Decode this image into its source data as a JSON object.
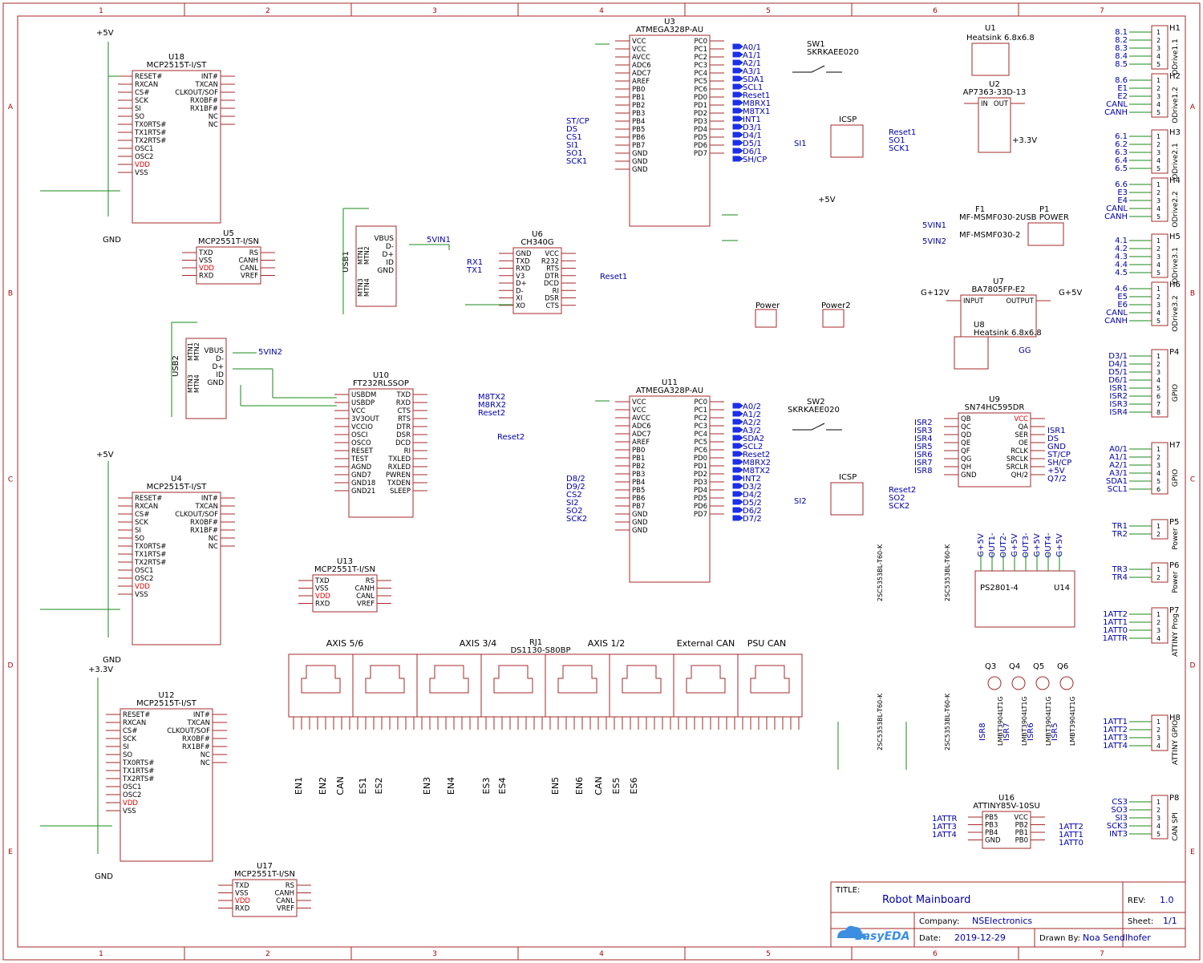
{
  "frame": {
    "cols": [
      "1",
      "2",
      "3",
      "4",
      "5",
      "6",
      "7"
    ],
    "rows": [
      "A",
      "B",
      "C",
      "D",
      "E"
    ]
  },
  "title_block": {
    "title_label": "TITLE:",
    "title": "Robot Mainboard",
    "rev_label": "REV:",
    "rev": "1.0",
    "company_label": "Company:",
    "company": "NSElectronics",
    "sheet_label": "Sheet:",
    "sheet": "1/1",
    "date_label": "Date:",
    "date": "2019-12-29",
    "drawn_label": "Drawn By:",
    "drawn_by": "Noa Sendlhofer",
    "logo": "EasyEDA"
  },
  "chips": [
    {
      "ref": "U18",
      "part": "MCP2515T-I/ST",
      "left": [
        "RESET#",
        "RXCAN",
        "CS#",
        "SCK",
        "SI",
        "SO",
        "TX0RTS#",
        "TX1RTS#",
        "TX2RTS#",
        "OSC1",
        "OSC2",
        "VDD",
        "VSS"
      ],
      "right": [
        "INT#",
        "TXCAN",
        "CLKOUT/SOF",
        "RX0BF#",
        "RX1BF#",
        "NC",
        "NC"
      ]
    },
    {
      "ref": "U4",
      "part": "MCP2515T-I/ST",
      "left": [
        "RESET#",
        "RXCAN",
        "CS#",
        "SCK",
        "SI",
        "SO",
        "TX0RTS#",
        "TX1RTS#",
        "TX2RTS#",
        "OSC1",
        "OSC2",
        "VDD",
        "VSS"
      ],
      "right": [
        "INT#",
        "TXCAN",
        "CLKOUT/SOF",
        "RX0BF#",
        "RX1BF#",
        "NC",
        "NC"
      ]
    },
    {
      "ref": "U12",
      "part": "MCP2515T-I/ST",
      "left": [
        "RESET#",
        "RXCAN",
        "CS#",
        "SCK",
        "SI",
        "SO",
        "TX0RTS#",
        "TX1RTS#",
        "TX2RTS#",
        "OSC1",
        "OSC2",
        "VDD",
        "VSS"
      ],
      "right": [
        "INT#",
        "TXCAN",
        "CLKOUT/SOF",
        "RX0BF#",
        "RX1BF#",
        "NC",
        "NC"
      ]
    },
    {
      "ref": "U5",
      "part": "MCP2551T-I/SN",
      "left": [
        "TXD",
        "VSS",
        "VDD",
        "RXD"
      ],
      "right": [
        "RS",
        "CANH",
        "CANL",
        "VREF"
      ]
    },
    {
      "ref": "U13",
      "part": "MCP2551T-I/SN",
      "left": [
        "TXD",
        "VSS",
        "VDD",
        "RXD"
      ],
      "right": [
        "RS",
        "CANH",
        "CANL",
        "VREF"
      ]
    },
    {
      "ref": "U17",
      "part": "MCP2551T-I/SN",
      "left": [
        "TXD",
        "VSS",
        "VDD",
        "RXD"
      ],
      "right": [
        "RS",
        "CANH",
        "CANL",
        "VREF"
      ]
    },
    {
      "ref": "U3",
      "part": "ATMEGA328P-AU",
      "left": [
        "VCC",
        "VCC",
        "AVCC",
        "ADC6",
        "ADC7",
        "AREF",
        "PB0",
        "PB1",
        "PB2",
        "PB3",
        "PB4",
        "PB5",
        "PB6",
        "PB7",
        "GND",
        "GND",
        "GND"
      ],
      "right": [
        "PC0",
        "PC1",
        "PC2",
        "PC3",
        "PC4",
        "PC5",
        "PC6",
        "PD0",
        "PD1",
        "PD2",
        "PD3",
        "PD4",
        "PD5",
        "PD6",
        "PD7"
      ]
    },
    {
      "ref": "U11",
      "part": "ATMEGA328P-AU",
      "left": [
        "VCC",
        "VCC",
        "AVCC",
        "ADC6",
        "ADC7",
        "AREF",
        "PB0",
        "PB1",
        "PB2",
        "PB3",
        "PB4",
        "PB5",
        "PB6",
        "PB7",
        "GND",
        "GND",
        "GND"
      ],
      "right": [
        "PC0",
        "PC1",
        "PC2",
        "PC3",
        "PC4",
        "PC5",
        "PC6",
        "PD0",
        "PD1",
        "PD2",
        "PD3",
        "PD4",
        "PD5",
        "PD6",
        "PD7"
      ]
    },
    {
      "ref": "U6",
      "part": "CH340G",
      "left": [
        "GND",
        "TXD",
        "RXD",
        "V3",
        "D+",
        "D-",
        "XI",
        "XO"
      ],
      "right": [
        "VCC",
        "R232",
        "RTS",
        "DTR",
        "DCD",
        "RI",
        "DSR",
        "CTS"
      ]
    },
    {
      "ref": "U10",
      "part": "FT232RLSSOP",
      "left": [
        "USBDM",
        "USBDP",
        "VCC",
        "3V3OUT",
        "VCCIO",
        "OSCI",
        "OSCO",
        "RESET",
        "TEST",
        "AGND",
        "GND7",
        "GND18",
        "GND21"
      ],
      "right": [
        "TXD",
        "RXD",
        "CTS",
        "RTS",
        "DTR",
        "DSR",
        "DCD",
        "RI",
        "TXLED",
        "RXLED",
        "PWREN",
        "TXDEN",
        "SLEEP"
      ]
    },
    {
      "ref": "U9",
      "part": "SN74HC595DR",
      "left": [
        "QB",
        "QC",
        "QD",
        "QE",
        "QF",
        "QG",
        "QH",
        "GND"
      ],
      "right": [
        "VCC",
        "QA",
        "SER",
        "OE",
        "RCLK",
        "SRCLK",
        "SRCLR",
        "QH/2"
      ]
    },
    {
      "ref": "U16",
      "part": "ATTINY85V-10SU",
      "left": [
        "PB5",
        "PB3",
        "PB4",
        "GND"
      ],
      "right": [
        "VCC",
        "PB2",
        "PB1",
        "PB0"
      ]
    },
    {
      "ref": "U2",
      "part": "AP7363-33D-13",
      "left": [
        "IN"
      ],
      "right": [
        "OUT"
      ]
    },
    {
      "ref": "U7",
      "part": "BA7805FP-E2",
      "left": [
        "INPUT"
      ],
      "right": [
        "OUTPUT"
      ]
    }
  ],
  "u3_nets_right": [
    "A0/1",
    "A1/1",
    "A2/1",
    "A3/1",
    "SDA1",
    "SCL1",
    "Reset1",
    "M8RX1",
    "M8TX1",
    "INT1",
    "D3/1",
    "D4/1",
    "D5/1",
    "D6/1",
    "SH/CP"
  ],
  "u11_nets_right": [
    "A0/2",
    "A1/2",
    "A2/2",
    "A3/2",
    "SDA2",
    "SCL2",
    "Reset2",
    "M8RX2",
    "M8TX2",
    "INT2",
    "D3/2",
    "D4/2",
    "D5/2",
    "D6/2",
    "D7/2"
  ],
  "u3_nets_left": [
    "ST/CP",
    "DS",
    "CS1",
    "SI1",
    "SO1",
    "SCK1"
  ],
  "u11_nets_left": [
    "D8/2",
    "D9/2",
    "CS2",
    "SI2",
    "SO2",
    "SCK2"
  ],
  "u10_nets": [
    "M8TX2",
    "M8RX2",
    "Reset2"
  ],
  "u6_nets": [
    "5VIN1",
    "RX1",
    "TX1",
    "Reset1"
  ],
  "u9_nets_left": [
    "ISR2",
    "ISR3",
    "ISR4",
    "ISR5",
    "ISR6",
    "ISR7",
    "ISR8"
  ],
  "u9_nets_right": [
    "ISR1",
    "DS",
    "GND",
    "ST/CP",
    "SH/CP",
    "+5V",
    "Q7/2"
  ],
  "u16_nets_left": [
    "1ATTR",
    "1ATT3",
    "1ATT4"
  ],
  "u16_nets_right": [
    "1ATT2",
    "1ATT1",
    "1ATT0"
  ],
  "headers": [
    {
      "ref": "H1",
      "name": "ODrive1.1",
      "nets": [
        "8.1",
        "8.2",
        "8.3",
        "8.4",
        "8.5"
      ]
    },
    {
      "ref": "H2",
      "name": "ODrive1.2",
      "nets": [
        "8.6",
        "E1",
        "E2",
        "CANL",
        "CANH"
      ]
    },
    {
      "ref": "H3",
      "name": "ODrive2.1",
      "nets": [
        "6.1",
        "6.2",
        "6.3",
        "6.4",
        "6.5"
      ]
    },
    {
      "ref": "H4",
      "name": "ODrive2.2",
      "nets": [
        "6.6",
        "E3",
        "E4",
        "CANL",
        "CANH"
      ]
    },
    {
      "ref": "H5",
      "name": "ODrive3.1",
      "nets": [
        "4.1",
        "4.2",
        "4.3",
        "4.4",
        "4.5"
      ]
    },
    {
      "ref": "H6",
      "name": "ODrive3.2",
      "nets": [
        "4.6",
        "E5",
        "E6",
        "CANL",
        "CANH"
      ]
    },
    {
      "ref": "P4",
      "name": "GPIO",
      "nets": [
        "D3/1",
        "D4/1",
        "D5/1",
        "D6/1",
        "ISR1",
        "ISR2",
        "ISR3",
        "ISR4"
      ]
    },
    {
      "ref": "H7",
      "name": "GPIO",
      "nets": [
        "A0/1",
        "A1/1",
        "A2/1",
        "A3/1",
        "SDA1",
        "SCL1"
      ]
    },
    {
      "ref": "P5",
      "name": "Power",
      "nets": [
        "TR1",
        "TR2"
      ]
    },
    {
      "ref": "P6",
      "name": "Power",
      "nets": [
        "TR3",
        "TR4"
      ]
    },
    {
      "ref": "P7",
      "name": "ATTINY Prog",
      "nets": [
        "1ATT2",
        "1ATT1",
        "1ATT0",
        "1ATTR"
      ]
    },
    {
      "ref": "H8",
      "name": "ATTINY GPIO",
      "nets": [
        "1ATT1",
        "1ATT2",
        "1ATT3",
        "1ATT4"
      ]
    },
    {
      "ref": "P8",
      "name": "CAN SPI",
      "nets": [
        "CS3",
        "SO3",
        "SI3",
        "SCK3",
        "INT3"
      ]
    }
  ],
  "rj": {
    "ref": "RJ1",
    "part": "DS1130-S80BP",
    "sections": [
      "AXIS 5/6",
      "AXIS 3/4",
      "AXIS 1/2",
      "External CAN",
      "PSU CAN"
    ],
    "bottom_labels": [
      "EN1",
      "EN2",
      "CAN",
      "ES1",
      "ES2",
      "EN3",
      "EN4",
      "ES3",
      "ES4",
      "EN5",
      "EN6",
      "CAN",
      "ES5",
      "ES6"
    ]
  },
  "misc_labels": {
    "usb1": "USB1",
    "usb2": "USB2",
    "usb_pins": [
      "VBUS",
      "D-",
      "D+",
      "ID",
      "GND"
    ],
    "mtn": [
      "MTN1",
      "MTN2",
      "MTN3",
      "MTN4"
    ],
    "5vin2": "5VIN2",
    "heatsink": "Heatsink 6.8x6.8",
    "u1": "U1",
    "u8": "U8",
    "u8_label": "Heatsink 6.8x6.8",
    "sw1": "SW1",
    "sw1_part": "SKRKAEE020",
    "sw2": "SW2",
    "sw2_part": "SKRKAEE020",
    "icsp": "ICSP",
    "icsp1_nets": [
      "Reset1",
      "SO1",
      "SCK1",
      "SI1"
    ],
    "icsp2_nets": [
      "Reset2",
      "SO2",
      "SCK2",
      "SI2"
    ],
    "p1": "P1",
    "p1_name": "USB POWER",
    "f1": "F1",
    "f1_part": "MF-MSMF030-2",
    "p1_nets": [
      "5VIN1",
      "5VIN2"
    ],
    "power_p2": "Power",
    "power_p3": "Power2",
    "optocoupler": "PS2801-4",
    "u14": "U14",
    "led_nets_top": [
      "G+5V",
      "OUT1-",
      "OUT2-",
      "G+5V",
      "OUT3-",
      "G+5V",
      "OUT4-",
      "G+5V"
    ],
    "transistors": [
      "Q3",
      "Q4",
      "Q5",
      "Q6"
    ],
    "transistor_part": "LMBT3904LT1G",
    "isr_bottom": [
      "ISR8",
      "ISR7",
      "ISR6",
      "ISR5"
    ],
    "tr_part": "2SC5353BL-T60-K",
    "supply_labels": [
      "+5V",
      "+3.3V",
      "GND",
      "G+12V",
      "G+5V",
      "GG"
    ]
  }
}
